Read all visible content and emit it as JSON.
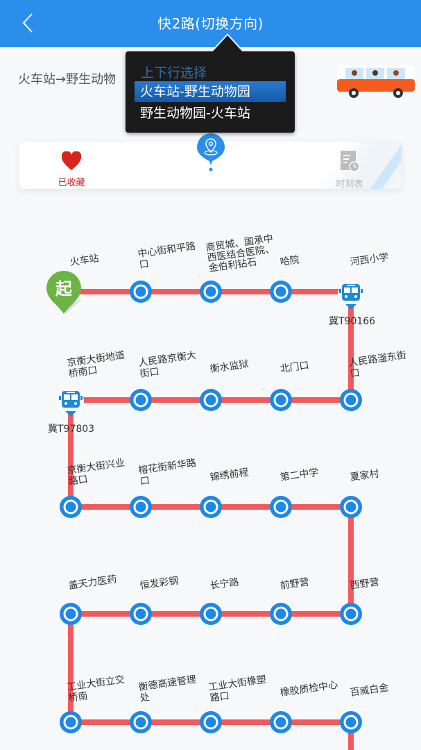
{
  "header": {
    "title": "快2路(切换方向)",
    "back_icon": "chevron-left-icon"
  },
  "route_summary": "火车站→野生动物",
  "direction_popup": {
    "heading": "上下行选择",
    "options": [
      {
        "label": "火车站-野生动物园",
        "selected": true
      },
      {
        "label": "野生动物园-火车站",
        "selected": false
      }
    ]
  },
  "action_card": {
    "favorite_label": "已收藏",
    "favorite_icon": "heart-icon",
    "locate_icon": "location-pin-icon",
    "schedule_label": "时刻表",
    "schedule_icon": "timetable-icon"
  },
  "colors": {
    "header_blue": "#2b8eea",
    "route_line": "#f15a5d",
    "station_blue": "#1e88e5",
    "start_green": "#6ab344",
    "favorite_red": "#d9231d"
  },
  "route_map": {
    "start_marker": "起",
    "rows": [
      {
        "direction": "ltr",
        "stations": [
          "火车站",
          "中心街和平路\n口",
          "商贸城、国承中\n西医结合医院、\n金伯利钻石",
          "哈院",
          "河西小学"
        ]
      },
      {
        "direction": "rtl",
        "stations": [
          "人民路滏东街\n口",
          "北门口",
          "衡水监狱",
          "人民路京衡大\n街口",
          "京衡大街地道\n桥南口"
        ]
      },
      {
        "direction": "ltr",
        "stations": [
          "京衡大街兴业\n路口",
          "榕花街新华路\n口",
          "锦绣前程",
          "第二中学",
          "夏家村"
        ]
      },
      {
        "direction": "rtl",
        "stations": [
          "西野营",
          "前野营",
          "长宁路",
          "恒发彩钢",
          "盖天力医药"
        ]
      },
      {
        "direction": "ltr",
        "stations": [
          "工业大街立交\n桥南",
          "衡德高速管理\n处",
          "工业大街橡塑\n路口",
          "橡胶质检中心",
          "百威白金"
        ]
      }
    ],
    "buses": [
      {
        "plate": "冀T90166",
        "at_station": "河西小学"
      },
      {
        "plate": "冀T97803",
        "at_station": "京衡大街地道桥南口"
      }
    ]
  }
}
